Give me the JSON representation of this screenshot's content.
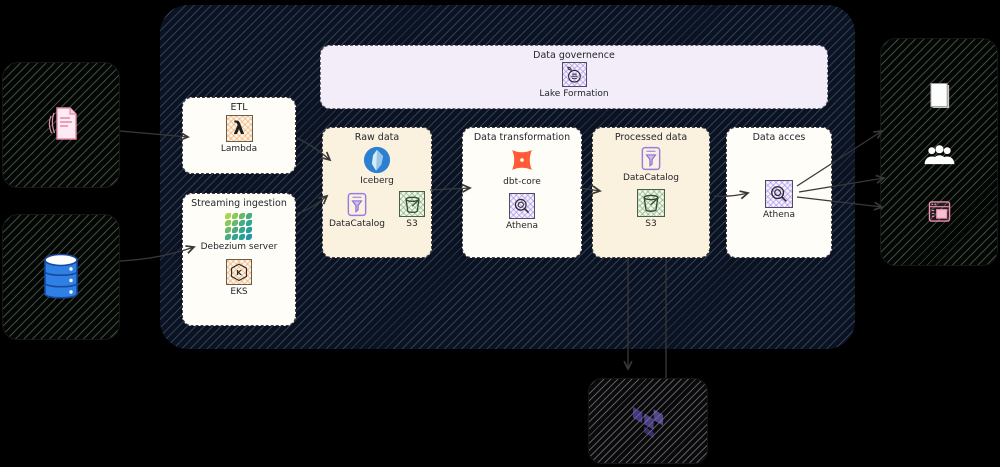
{
  "nodes": {
    "sources": {
      "files": {
        "icon": "documents-icon"
      },
      "database": {
        "icon": "database-icon"
      }
    },
    "platform": {
      "governance": {
        "title": "Data governence",
        "services": [
          {
            "label": "Lake Formation",
            "icon": "lake-formation-icon"
          }
        ]
      },
      "etl": {
        "title": "ETL",
        "services": [
          {
            "label": "Lambda",
            "icon": "lambda-icon"
          }
        ]
      },
      "streaming": {
        "title": "Streaming ingestion",
        "services": [
          {
            "label": "Debezium server",
            "icon": "debezium-icon"
          },
          {
            "label": "EKS",
            "icon": "eks-icon"
          }
        ]
      },
      "raw_data": {
        "title": "Raw data",
        "services": [
          {
            "label": "Iceberg",
            "icon": "iceberg-icon"
          },
          {
            "label": "DataCatalog",
            "icon": "datacatalog-icon"
          },
          {
            "label": "S3",
            "icon": "s3-icon"
          }
        ]
      },
      "transformation": {
        "title": "Data transformation",
        "services": [
          {
            "label": "dbt-core",
            "icon": "dbt-icon"
          },
          {
            "label": "Athena",
            "icon": "athena-icon"
          }
        ]
      },
      "processed_data": {
        "title": "Processed data",
        "services": [
          {
            "label": "DataCatalog",
            "icon": "datacatalog-icon"
          },
          {
            "label": "S3",
            "icon": "s3-icon"
          }
        ]
      },
      "access": {
        "title": "Data acces",
        "services": [
          {
            "label": "Athena",
            "icon": "athena-icon"
          }
        ]
      }
    },
    "consumers": {
      "icons": [
        "document-icon",
        "users-icon",
        "report-icon"
      ]
    },
    "iac": {
      "icon": "terraform-icon"
    }
  },
  "colors": {
    "background": "#000000",
    "container_fill": "#0b1322",
    "container_hatch": "#7da5cd",
    "source_hatch": "#96be a0",
    "card_white": "#fffdf8",
    "card_cream": "#fbf1df",
    "card_lavender": "#f2edf9",
    "dbt_orange": "#ff5c35",
    "aws_purple": "#9a7ce0",
    "s3_green": "#2e4a30",
    "iceberg_blue": "#2c80cf",
    "debezium_green": "#a8d44e",
    "debezium_teal": "#1f97a6",
    "database_blue": "#2f80e4",
    "docs_pink": "#e48cab",
    "terraform_purple": "#6e5cd6",
    "arrow": "#383838"
  }
}
